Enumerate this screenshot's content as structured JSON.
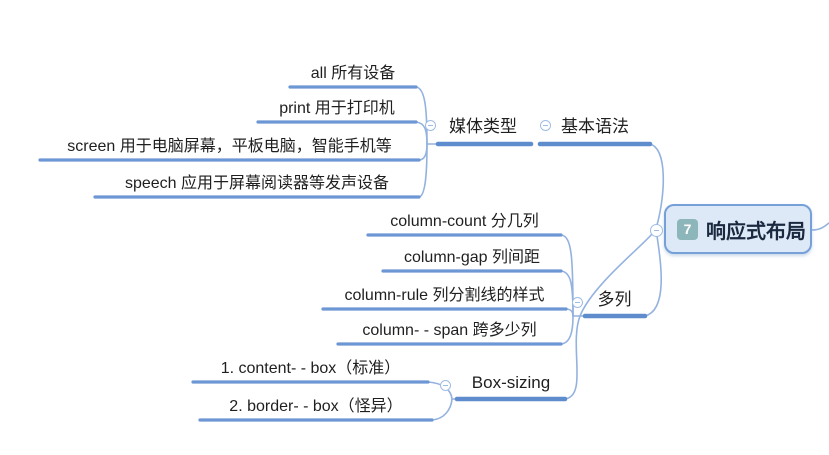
{
  "root": {
    "badge": "7",
    "label": "响应式布局"
  },
  "branches": {
    "basic_syntax": {
      "label": "基本语法",
      "media_type": {
        "label": "媒体类型",
        "items": [
          "all 所有设备",
          "print 用于打印机",
          "screen 用于电脑屏幕，平板电脑，智能手机等",
          "speech 应用于屏幕阅读器等发声设备"
        ]
      }
    },
    "multi_column": {
      "label": "多列",
      "items": [
        "column-count 分几列",
        "column-gap 列间距",
        "column-rule 列分割线的样式",
        "column- - span 跨多少列"
      ]
    },
    "box_sizing": {
      "label": "Box-sizing",
      "items": [
        "1. content- - box（标准）",
        "2. border- - box（怪异）"
      ]
    }
  },
  "colors": {
    "background": "#ffffff",
    "branch_line": "#5f8ccd",
    "leaf_line": "#6d96d4",
    "curve_line": "#94b2df",
    "toggle_border": "#9fbce4",
    "root_fill": "#dde9f7",
    "root_border": "#76a0d8",
    "root_text": "#1b2940",
    "badge_bg": "#8db6ba",
    "badge_text": "#ffffff",
    "node_text": "#1f1f1f"
  }
}
